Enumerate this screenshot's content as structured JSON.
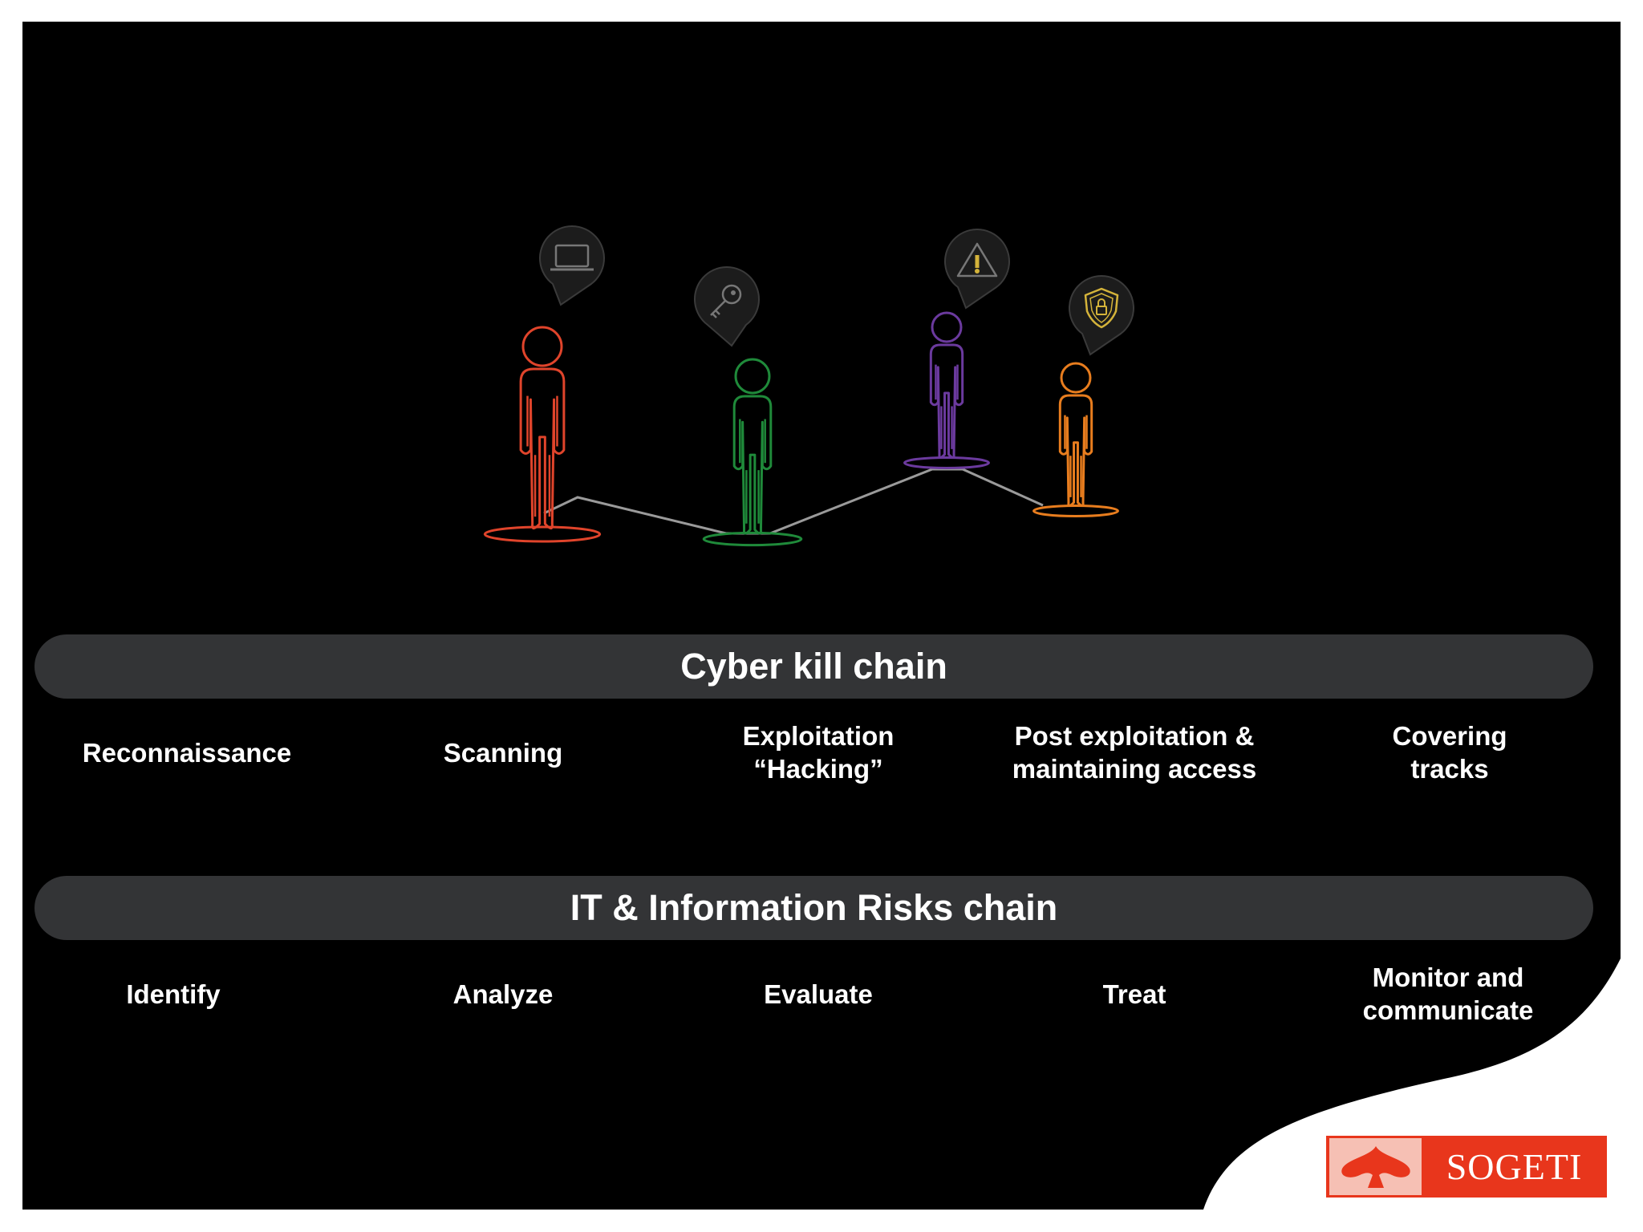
{
  "diagram": {
    "figures": [
      {
        "name": "red",
        "color": "#e0442b",
        "icon": "laptop-icon"
      },
      {
        "name": "green",
        "color": "#1f8a3a",
        "icon": "key-icon"
      },
      {
        "name": "purple",
        "color": "#6b3a9e",
        "icon": "warning-icon"
      },
      {
        "name": "orange",
        "color": "#e87d1e",
        "icon": "shield-lock-icon"
      }
    ],
    "connector_color": "#9a9a9a",
    "bubble_color": "#1c1c1c",
    "icon_accent": "#d4b33a"
  },
  "kill_chain": {
    "title": "Cyber kill chain",
    "steps": [
      "Reconnaissance",
      "Scanning",
      "Exploitation\n“Hacking”",
      "Post exploitation &\nmaintaining access",
      "Covering\ntracks"
    ]
  },
  "risk_chain": {
    "title": "IT & Information Risks chain",
    "steps": [
      "Identify",
      "Analyze",
      "Evaluate",
      "Treat",
      "Monitor and\ncommunicate"
    ]
  },
  "logo": {
    "text": "SOGETI",
    "color": "#e8361c"
  }
}
